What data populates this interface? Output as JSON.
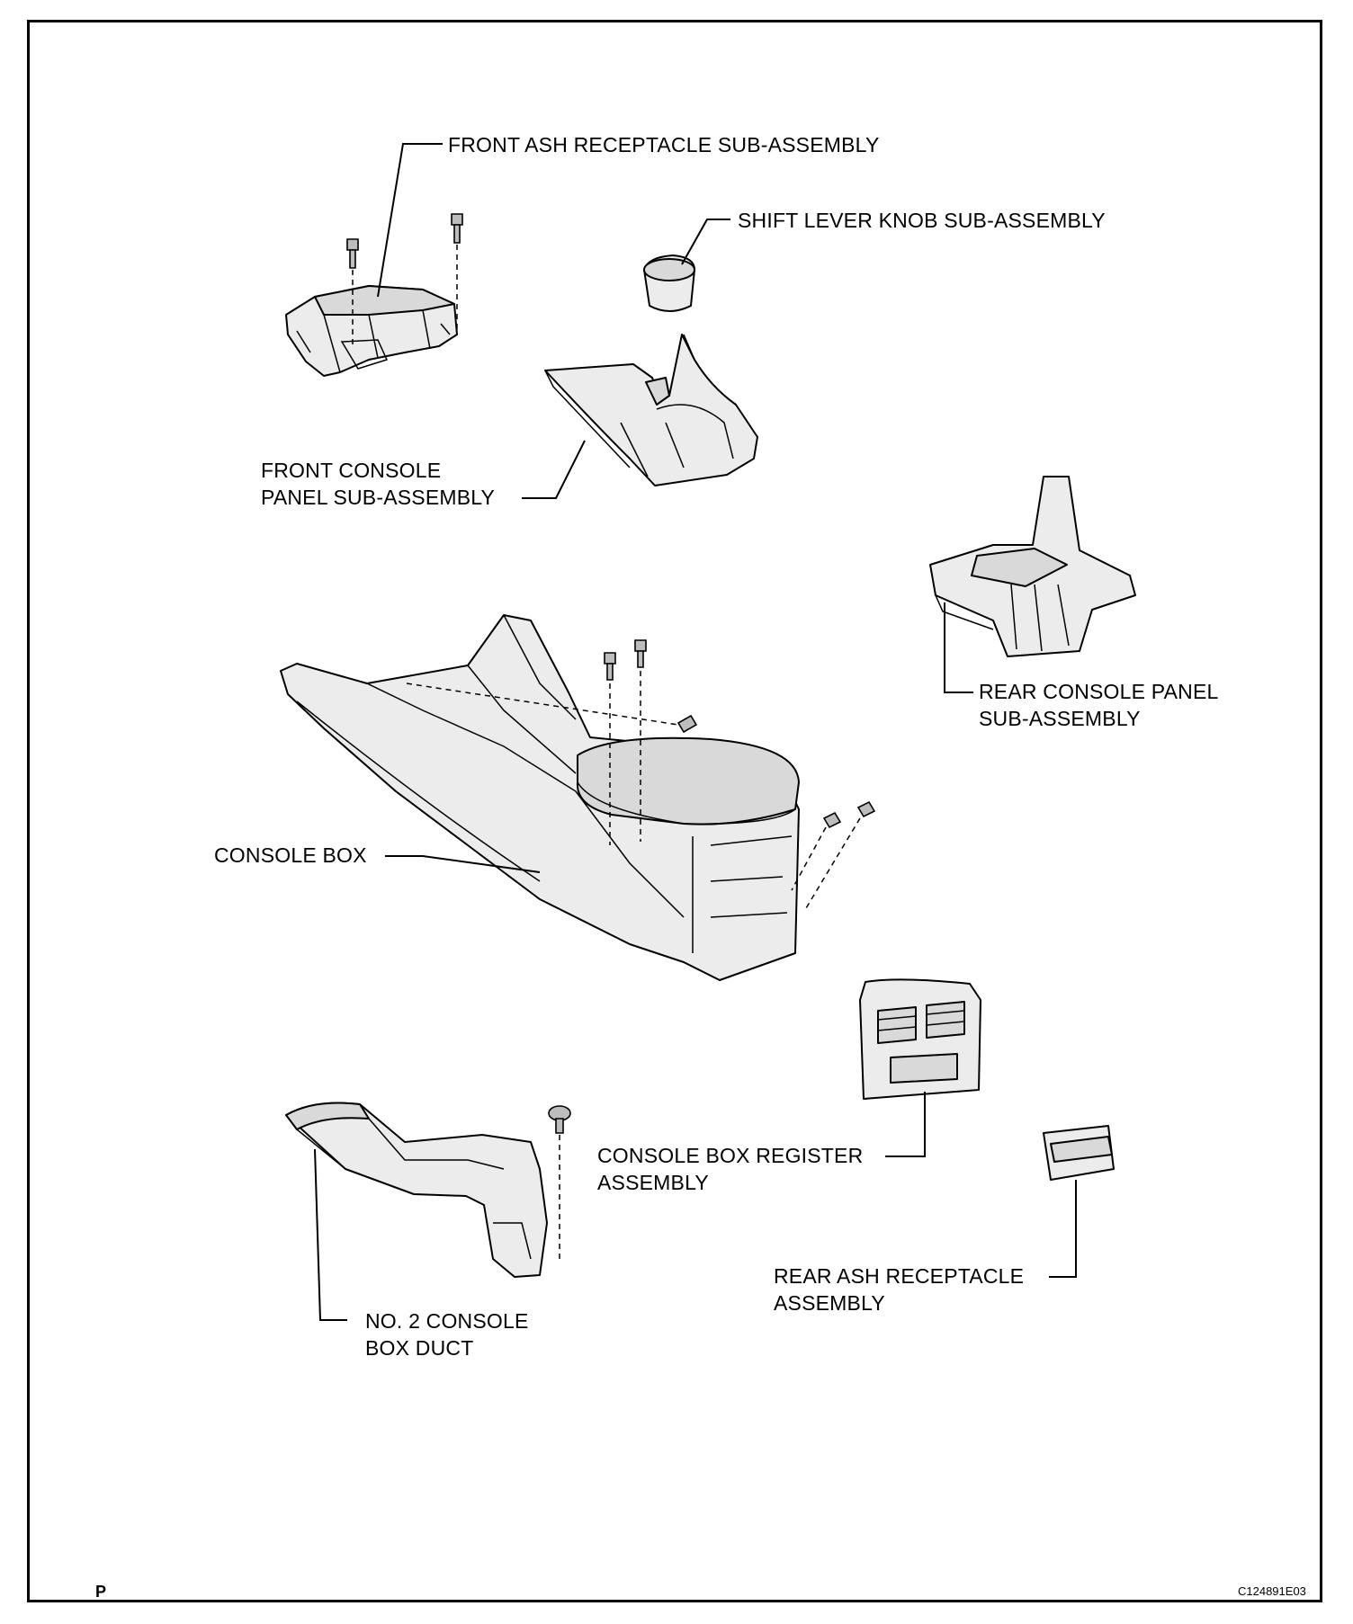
{
  "labels": {
    "front_ash_receptacle": "FRONT ASH RECEPTACLE SUB-ASSEMBLY",
    "shift_lever_knob": "SHIFT LEVER KNOB SUB-ASSEMBLY",
    "front_console_panel_line1": "FRONT CONSOLE",
    "front_console_panel_line2": "PANEL SUB-ASSEMBLY",
    "rear_console_panel_line1": "REAR CONSOLE PANEL",
    "rear_console_panel_line2": "SUB-ASSEMBLY",
    "console_box": "CONSOLE BOX",
    "console_box_register_line1": "CONSOLE BOX REGISTER",
    "console_box_register_line2": "ASSEMBLY",
    "rear_ash_receptacle_line1": "REAR ASH RECEPTACLE",
    "rear_ash_receptacle_line2": "ASSEMBLY",
    "no2_console_duct_line1": "NO. 2 CONSOLE",
    "no2_console_duct_line2": "BOX DUCT"
  },
  "footer": {
    "page_marker": "P",
    "figure_code": "C124891E03"
  }
}
